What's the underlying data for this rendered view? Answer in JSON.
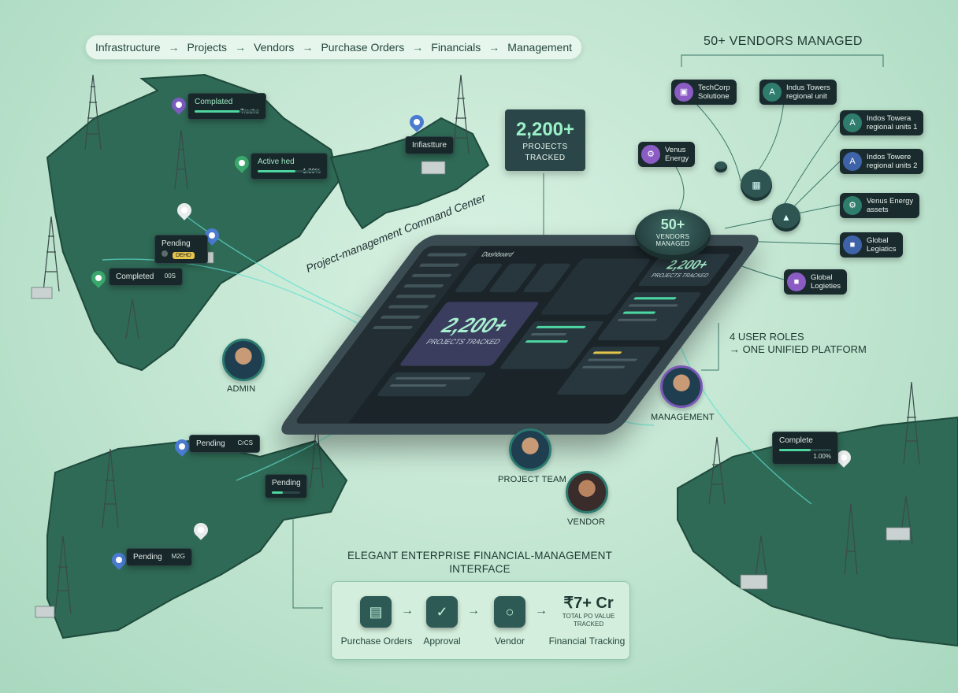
{
  "breadcrumb": [
    "Infrastructure",
    "Projects",
    "Vendors",
    "Purchase Orders",
    "Financials",
    "Management"
  ],
  "breadcrumb_separator": "→",
  "vendors_heading": "50+ VENDORS MANAGED",
  "projects_box": {
    "count": "2,200+",
    "label_line1": "PROJECTS",
    "label_line2": "TRACKED"
  },
  "map_tags": {
    "completed_top": {
      "label": "Complated",
      "value": "Trsche",
      "progress": 0.7
    },
    "active": {
      "label": "Active hed",
      "value": "1.30%",
      "progress": 0.6
    },
    "infra": {
      "label": "Infiastture"
    },
    "pending_mid": {
      "label": "Pending",
      "pill": "DEHD"
    },
    "completed_left": {
      "label": "Completed",
      "value": "00S"
    },
    "pending_bl1": {
      "label": "Pending",
      "value": "CrCS"
    },
    "pending_bl2": {
      "label": "Pending",
      "progress": 0.4
    },
    "pending_bl3": {
      "label": "Pending",
      "value": "M2G"
    },
    "complete_right": {
      "label": "Complete",
      "value": "1.00%",
      "progress": 0.6
    }
  },
  "tablet": {
    "title": "Project-management Command Center",
    "hero_value": "2,200+",
    "hero_sub": "PROJECTS TRACKED",
    "top_value": "2,200+",
    "top_sub": "PROJECTS TRACKED",
    "dashboard_label": "Dashboard"
  },
  "vendors": {
    "disc_value": "50+",
    "disc_line1": "VENDORS",
    "disc_line2": "MANAGED",
    "nodes": [
      {
        "line1": "TechCorp",
        "line2": "Solutione",
        "icon": "building-icon",
        "color": "#8b5cc4"
      },
      {
        "line1": "Indus Towers",
        "line2": "regional unit",
        "icon": "tower-icon",
        "color": "#2f7d6c"
      },
      {
        "line1": "Indos Towera",
        "line2": "regional units 1",
        "icon": "tower-icon",
        "color": "#2f7d6c"
      },
      {
        "line1": "Venus",
        "line2": "Energy",
        "icon": "energy-icon",
        "color": "#8b5cc4"
      },
      {
        "line1": "Indos Towere",
        "line2": "regional units 2",
        "icon": "tower-icon",
        "color": "#3e63a8"
      },
      {
        "line1": "Venus Energy",
        "line2": "assets",
        "icon": "energy-icon",
        "color": "#2f7d6c"
      },
      {
        "line1": "Global",
        "line2": "Legiatics",
        "icon": "truck-icon",
        "color": "#3e63a8"
      },
      {
        "line1": "Global",
        "line2": "Logieties",
        "icon": "truck-icon",
        "color": "#8b5cc4"
      }
    ]
  },
  "roles": {
    "summary_line1": "4 USER ROLES",
    "summary_line2": "→ ONE UNIFIED PLATFORM",
    "admin": "ADMIN",
    "management": "MANAGEMENT",
    "project_team": "PROJECT TEAM",
    "vendor": "VENDOR"
  },
  "finance": {
    "title_line1": "ELEGANT ENTERPRISE FINANCIAL-MANAGEMENT",
    "title_line2": "INTERFACE",
    "steps": [
      "Purchase Orders",
      "Approval",
      "Vendor"
    ],
    "value": "₹7+ Cr",
    "value_sub_line1": "TOTAL PO VALUE",
    "value_sub_line2": "TRACKED",
    "value_caption": "Financial Tracking"
  },
  "colors": {
    "accent": "#4fd6a0",
    "dark_panel": "#1a2b2e",
    "purple": "#8b5cc4",
    "blue": "#3e63a8"
  }
}
